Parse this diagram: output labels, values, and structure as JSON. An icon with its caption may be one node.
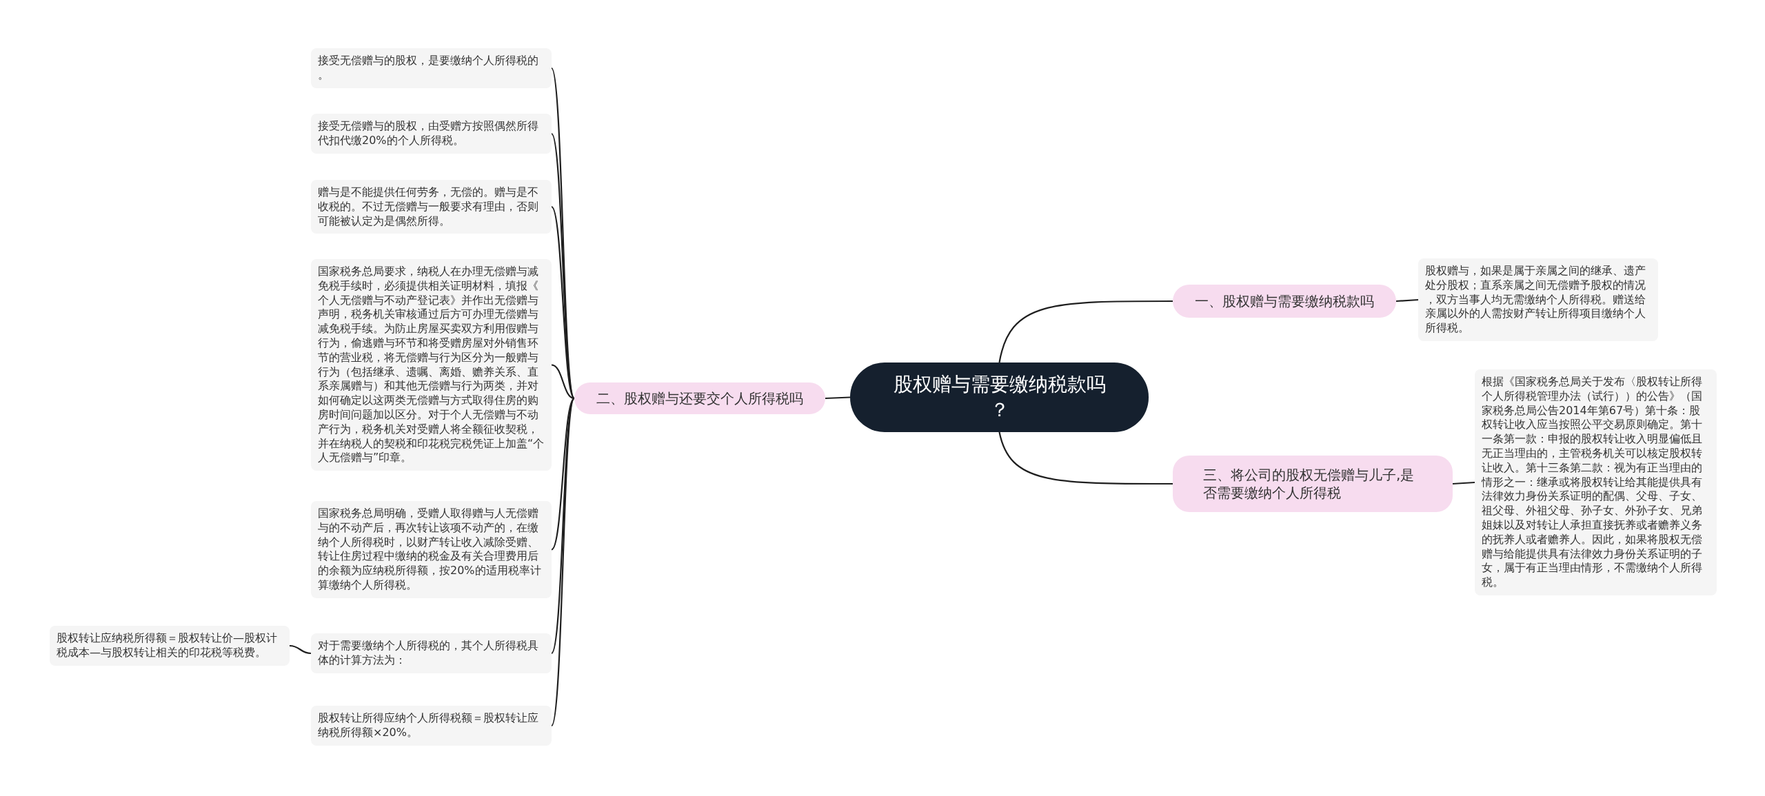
{
  "diagram": {
    "nodes": [
      {
        "text": [
          "股权赠与需要缴纳税款吗？"
        ]
      },
      {
        "text": [
          "一、股权赠与需要缴纳税款吗"
        ]
      },
      {
        "text": [
          "股权赠与，如果是属于亲属之间的继承、遗产处分股权；直系亲属之间无偿赠予股权的情况，双方当事人均无需缴纳个人所得税。赠送给亲属以外的人需按财产转让所得项目缴纳个人所得税。"
        ]
      },
      {
        "text": [
          "三、将公司的股权无偿赠与儿子,是否需要缴纳个人所得税"
        ]
      },
      {
        "text": [
          "根据《国家税务总局关于发布〈股权转让所得个人所得税管理办法（试行））的公告》（国家税务总局公告2014年第67号）第十条：股权转让收入应当按照公平交易原则确定。第十一条第一款：申报的股权转让收入明显偏低且无正当理由的，主管税务机关可以核定股权转让收入。第十三条第二款：视为有正当理由的情形之一：继承或将股权转让给其能提供具有法律效力身份关系证明的配偶、父母、子女、祖父母、外祖父母、孙子女、外孙子女、兄弟姐妹以及对转让人承担直接抚养或者赡养义务的抚养人或者赡养人。因此，如果将股权无偿赠与给能提供具有法律效力身份关系证明的子女，属于有正当理由情形，不需缴纳个人所得税。"
        ]
      },
      {
        "text": [
          "二、股权赠与还要交个人所得税吗"
        ]
      },
      {
        "text": [
          "接受无偿赠与的股权，是要缴纳个人所得税的。"
        ]
      },
      {
        "text": [
          "接受无偿赠与的股权，由受赠方按照偶然所得代扣代缴20%的个人所得税。"
        ]
      },
      {
        "text": [
          "赠与是不能提供任何劳务，无偿的。赠与是不收税的。不过无偿赠与一般要求有理由，否则可能被认定为是偶然所得。"
        ]
      },
      {
        "text": [
          "国家税务总局要求，纳税人在办理无偿赠与减免税手续时，必须提供相关证明材料，填报《个人无偿赠与不动产登记表》并作出无偿赠与声明，税务机关审核通过后方可办理无偿赠与减免税手续。为防止房屋买卖双方利用假赠与行为，偷逃赠与环节和将受赠房屋对外销售环节的营业税，将无偿赠与行为区分为一般赠与行为（包括继承、遗嘱、离婚、赡养关系、直系亲属赠与）和其他无偿赠与行为两类，并对如何确定以这两类无偿赠与方式取得住房的购房时间问题加以区分。对于个人无偿赠与不动产行为，税务机关对受赠人将全额征收契税，并在纳税人的契税和印花税完税凭证上加盖“个人无偿赠与”印章。"
        ]
      },
      {
        "text": [
          "国家税务总局明确，受赠人取得赠与人无偿赠与的不动产后，再次转让该项不动产的，在缴纳个人所得税时，以财产转让收入减除受赠、转让住房过程中缴纳的税金及有关合理费用后的余额为应纳税所得额，按20%的适用税率计算缴纳个人所得税。"
        ]
      },
      {
        "text": [
          "对于需要缴纳个人所得税的，其个人所得税具体的计算方法为："
        ]
      },
      {
        "text": [
          "股权转让所得应纳个人所得税额＝股权转让应纳税所得额×20%。"
        ]
      },
      {
        "text": [
          "股权转让应纳税所得额＝股权转让价—股权计税成本—与股权转让相关的印花税等税费。"
        ]
      }
    ],
    "edges": [
      {
        "from": 0,
        "to": 1,
        "arrow": "none"
      },
      {
        "from": 1,
        "to": 2,
        "arrow": "none"
      },
      {
        "from": 0,
        "to": 3,
        "arrow": "none"
      },
      {
        "from": 3,
        "to": 4,
        "arrow": "none"
      },
      {
        "from": 0,
        "to": 5,
        "arrow": "none"
      },
      {
        "from": 5,
        "to": 6,
        "arrow": "none"
      },
      {
        "from": 5,
        "to": 7,
        "arrow": "none"
      },
      {
        "from": 5,
        "to": 8,
        "arrow": "none"
      },
      {
        "from": 5,
        "to": 9,
        "arrow": "none"
      },
      {
        "from": 5,
        "to": 10,
        "arrow": "none"
      },
      {
        "from": 5,
        "to": 11,
        "arrow": "none"
      },
      {
        "from": 5,
        "to": 12,
        "arrow": "none"
      },
      {
        "from": 11,
        "to": 13,
        "arrow": "none"
      }
    ]
  }
}
